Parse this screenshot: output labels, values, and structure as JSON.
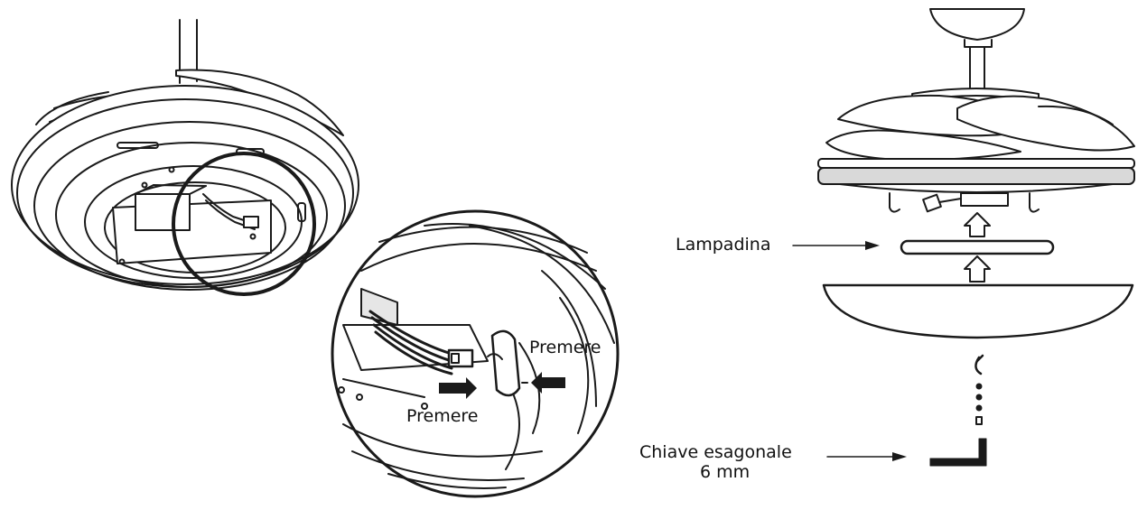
{
  "labels": {
    "press_upper": "Premere",
    "press_lower": "Premere",
    "bulb": "Lampadina",
    "hex_key_line1": "Chiave esagonale",
    "hex_key_line2": "6 mm"
  },
  "colors": {
    "line": "#1a1a1a",
    "fill": "#ffffff",
    "shade": "#d9d9d9"
  }
}
